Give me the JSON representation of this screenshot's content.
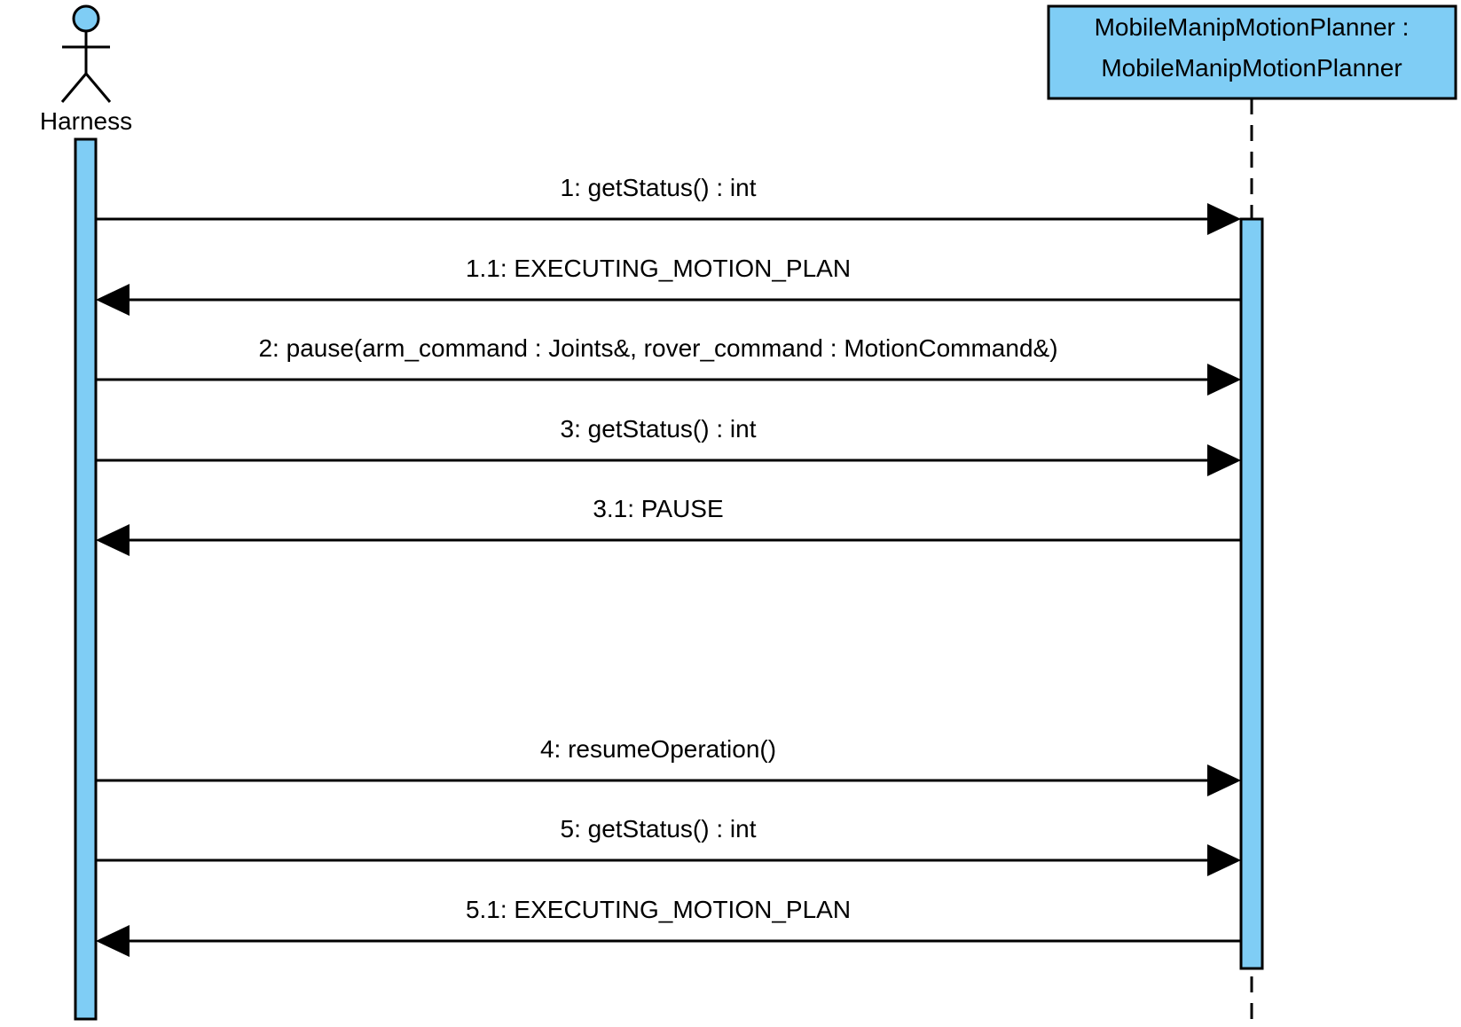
{
  "actor": {
    "name": "Harness",
    "color": "#7fcdf5"
  },
  "object": {
    "line1": "MobileManipMotionPlanner :",
    "line2": "MobileManipMotionPlanner",
    "color": "#7fcdf5"
  },
  "messages": [
    {
      "label": "1: getStatus() : int",
      "direction": "call"
    },
    {
      "label": "1.1: EXECUTING_MOTION_PLAN",
      "direction": "return"
    },
    {
      "label": "2: pause(arm_command : Joints&, rover_command : MotionCommand&)",
      "direction": "call"
    },
    {
      "label": "3: getStatus() : int",
      "direction": "call"
    },
    {
      "label": "3.1: PAUSE",
      "direction": "return"
    },
    {
      "label": "4: resumeOperation()",
      "direction": "call"
    },
    {
      "label": "5: getStatus() : int",
      "direction": "call"
    },
    {
      "label": "5.1: EXECUTING_MOTION_PLAN",
      "direction": "return"
    }
  ]
}
